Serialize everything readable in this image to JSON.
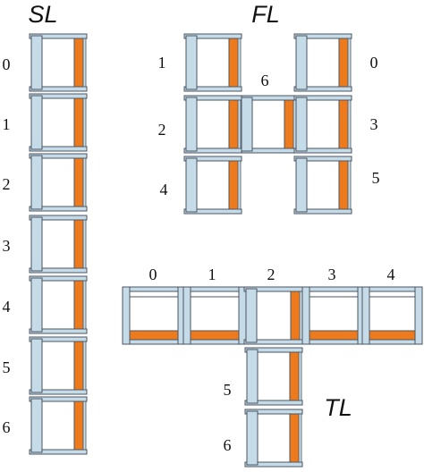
{
  "colors": {
    "frame": "#c5dbe8",
    "stroke": "#4a5560",
    "accent": "#ee7a1e",
    "background": "#ffffff"
  },
  "groups": {
    "sl": {
      "title": "SL",
      "cells": [
        {
          "label": "0",
          "accent": "right"
        },
        {
          "label": "1",
          "accent": "right"
        },
        {
          "label": "2",
          "accent": "right"
        },
        {
          "label": "3",
          "accent": "right"
        },
        {
          "label": "4",
          "accent": "right"
        },
        {
          "label": "5",
          "accent": "right"
        },
        {
          "label": "6",
          "accent": "right"
        }
      ]
    },
    "fl": {
      "title": "FL",
      "cells": [
        {
          "label": "1",
          "accent": "right"
        },
        {
          "label": "0",
          "accent": "right"
        },
        {
          "label": "6",
          "accent": "right"
        },
        {
          "label": "2",
          "accent": "right"
        },
        {
          "label": "3",
          "accent": "right"
        },
        {
          "label": "4",
          "accent": "right"
        },
        {
          "label": "5",
          "accent": "right"
        }
      ]
    },
    "tl": {
      "title": "TL",
      "cells": [
        {
          "label": "0",
          "accent": "bottom"
        },
        {
          "label": "1",
          "accent": "bottom"
        },
        {
          "label": "2",
          "accent": "right"
        },
        {
          "label": "3",
          "accent": "bottom"
        },
        {
          "label": "4",
          "accent": "bottom"
        },
        {
          "label": "5",
          "accent": "right"
        },
        {
          "label": "6",
          "accent": "right"
        }
      ]
    }
  }
}
